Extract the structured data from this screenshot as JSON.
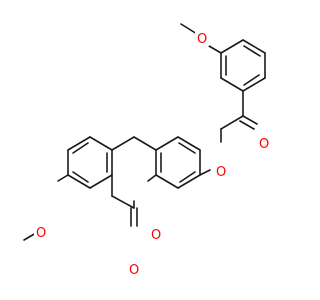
{
  "molecule": {
    "atom_labels": [
      {
        "id": "o-methoxy-top",
        "text": "O",
        "color": "#ff0000"
      },
      {
        "id": "o-ketone",
        "text": "O",
        "color": "#ff0000"
      },
      {
        "id": "o-ether",
        "text": "O",
        "color": "#ff0000"
      },
      {
        "id": "o-methoxy-left",
        "text": "O",
        "color": "#ff0000"
      },
      {
        "id": "o-ring",
        "text": "O",
        "color": "#ff0000"
      },
      {
        "id": "o-lactone-carbonyl",
        "text": "O",
        "color": "#ff0000"
      }
    ],
    "bond_color": "#1a1a1a",
    "background": "#ffffff"
  }
}
